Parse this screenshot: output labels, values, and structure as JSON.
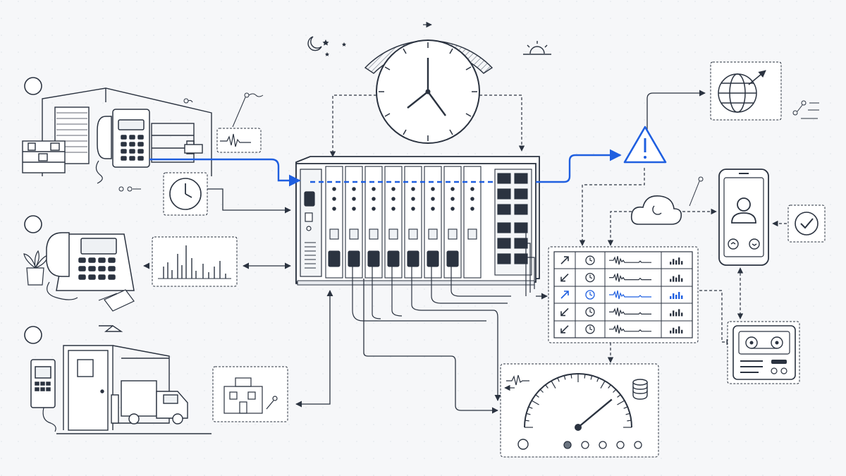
{
  "diagram": {
    "sources": [
      {
        "id": "warehouse",
        "selected": false
      },
      {
        "id": "office",
        "selected": false
      },
      {
        "id": "loading-dock",
        "selected": false
      }
    ],
    "monitor_table": {
      "rows": [
        {
          "direction": "outbound",
          "highlighted": false
        },
        {
          "direction": "inbound",
          "highlighted": false
        },
        {
          "direction": "outbound",
          "highlighted": true
        },
        {
          "direction": "inbound",
          "highlighted": false
        },
        {
          "direction": "inbound",
          "highlighted": false
        }
      ]
    },
    "gauge": {
      "pagination_dots": 6,
      "active_dot": 1,
      "needle_level_pct": 78
    },
    "colors": {
      "ink": "#2b3340",
      "accent": "#1f5fe0",
      "paper": "#f6f7f9",
      "muted": "#9aa3ad",
      "panel": "#ffffff"
    },
    "icons": [
      "moon-stars-icon",
      "sun-horizon-icon",
      "clock-icon",
      "warning-icon",
      "globe-icon",
      "cloud-moon-icon",
      "smartphone-icon",
      "checkmark-icon",
      "database-icon",
      "recorder-icon",
      "desk-phone-icon",
      "wall-phone-icon"
    ]
  }
}
